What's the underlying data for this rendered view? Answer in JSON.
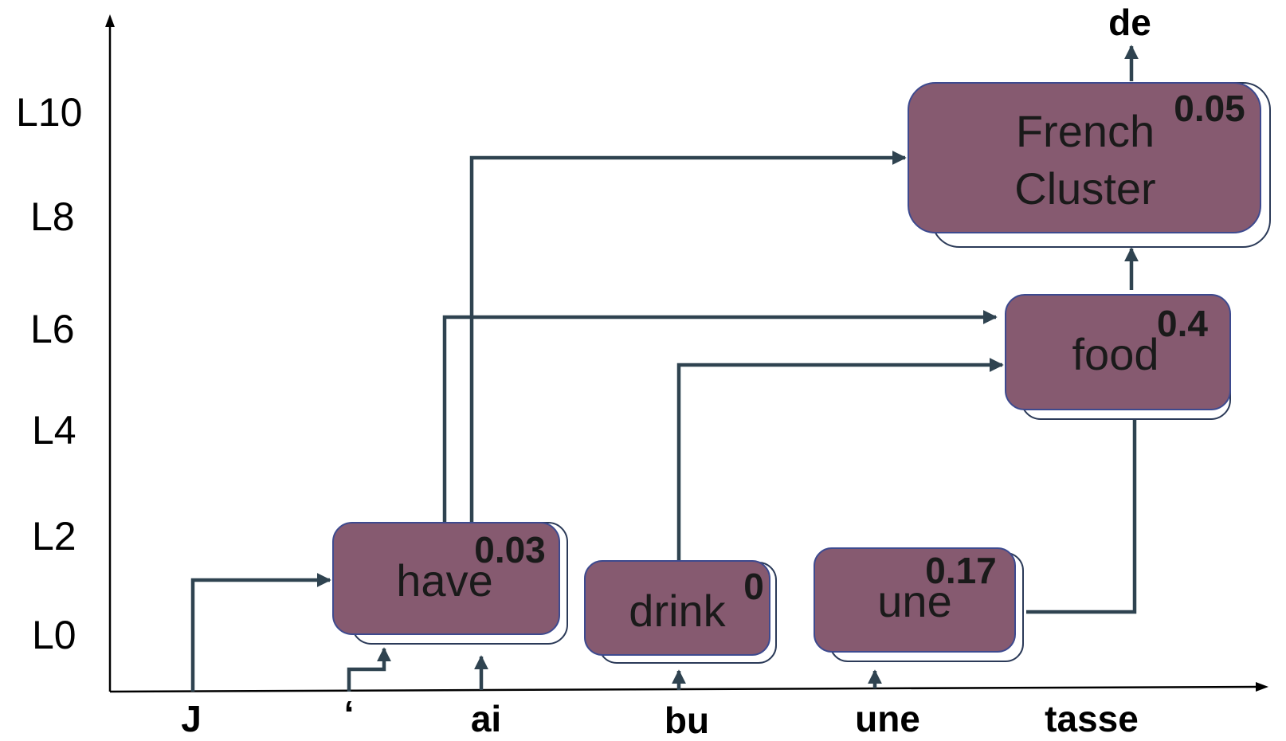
{
  "colors": {
    "node_fill": "#865a70",
    "node_border": "#3d4a8f",
    "node_shadow_border": "#2b3a58",
    "edge": "#2f4350",
    "axis": "#000000"
  },
  "y_axis": {
    "labels": [
      "L10",
      "L8",
      "L6",
      "L4",
      "L2",
      "L0"
    ]
  },
  "x_axis": {
    "tokens": [
      "J",
      "‘",
      "ai",
      "bu",
      "une",
      "tasse"
    ]
  },
  "output_token": "de",
  "nodes": {
    "have": {
      "line1": "have",
      "score": "0.03"
    },
    "drink": {
      "line1": "drink",
      "score": "0"
    },
    "une": {
      "line1": "une",
      "score": "0.17"
    },
    "food": {
      "line1": "food",
      "score": "0.4"
    },
    "french": {
      "line1": "French",
      "line2": "Cluster",
      "score": "0.05"
    }
  }
}
